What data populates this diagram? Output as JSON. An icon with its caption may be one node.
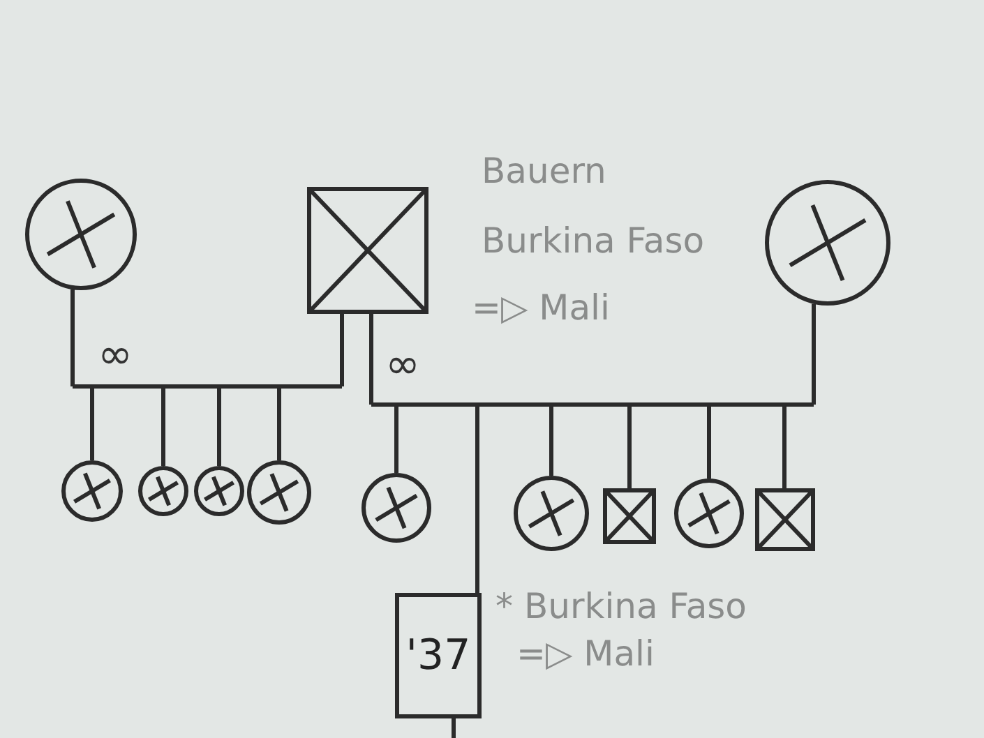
{
  "diagram": {
    "nodes": [
      {
        "text": [],
        "shape": "circle"
      },
      {
        "text": [],
        "shape": "box",
        "beside": [
          "Bauern",
          "Burkina Faso",
          "=▷ Mali"
        ]
      },
      {
        "text": [],
        "shape": "circle"
      },
      {
        "text": [],
        "shape": "circle"
      },
      {
        "text": [],
        "shape": "circle"
      },
      {
        "text": [],
        "shape": "circle"
      },
      {
        "text": [],
        "shape": "circle"
      },
      {
        "text": [],
        "shape": "circle"
      },
      {
        "text": [],
        "shape": "circle"
      },
      {
        "text": [],
        "shape": "box"
      },
      {
        "text": [],
        "shape": "circle"
      },
      {
        "text": [],
        "shape": "box"
      },
      {
        "text": [
          "'37"
        ],
        "beside": [
          "* Burkina Faso",
          "=▷ Mali"
        ]
      }
    ],
    "edges": [
      {
        "from": 0,
        "to": 1,
        "arrow": "none",
        "label": "∞"
      },
      {
        "from": 0,
        "to": 3,
        "arrow": "none"
      },
      {
        "from": 0,
        "to": 4,
        "arrow": "none"
      },
      {
        "from": 0,
        "to": 5,
        "arrow": "none"
      },
      {
        "from": 0,
        "to": 6,
        "arrow": "none"
      },
      {
        "from": 1,
        "to": 3,
        "arrow": "none"
      },
      {
        "from": 1,
        "to": 4,
        "arrow": "none"
      },
      {
        "from": 1,
        "to": 5,
        "arrow": "none"
      },
      {
        "from": 1,
        "to": 6,
        "arrow": "none"
      },
      {
        "from": 1,
        "to": 2,
        "arrow": "none",
        "label": "∞"
      },
      {
        "from": 1,
        "to": 7,
        "arrow": "none"
      },
      {
        "from": 1,
        "to": 8,
        "arrow": "none"
      },
      {
        "from": 1,
        "to": 9,
        "arrow": "none"
      },
      {
        "from": 1,
        "to": 10,
        "arrow": "none"
      },
      {
        "from": 1,
        "to": 11,
        "arrow": "none"
      },
      {
        "from": 1,
        "to": 12,
        "arrow": "none"
      },
      {
        "from": 2,
        "to": 7,
        "arrow": "none"
      },
      {
        "from": 2,
        "to": 8,
        "arrow": "none"
      },
      {
        "from": 2,
        "to": 9,
        "arrow": "none"
      },
      {
        "from": 2,
        "to": 10,
        "arrow": "none"
      },
      {
        "from": 2,
        "to": 11,
        "arrow": "none"
      },
      {
        "from": 2,
        "to": 12,
        "arrow": "none"
      },
      {
        "from": 12,
        "to": null,
        "arrow": "none"
      }
    ]
  }
}
